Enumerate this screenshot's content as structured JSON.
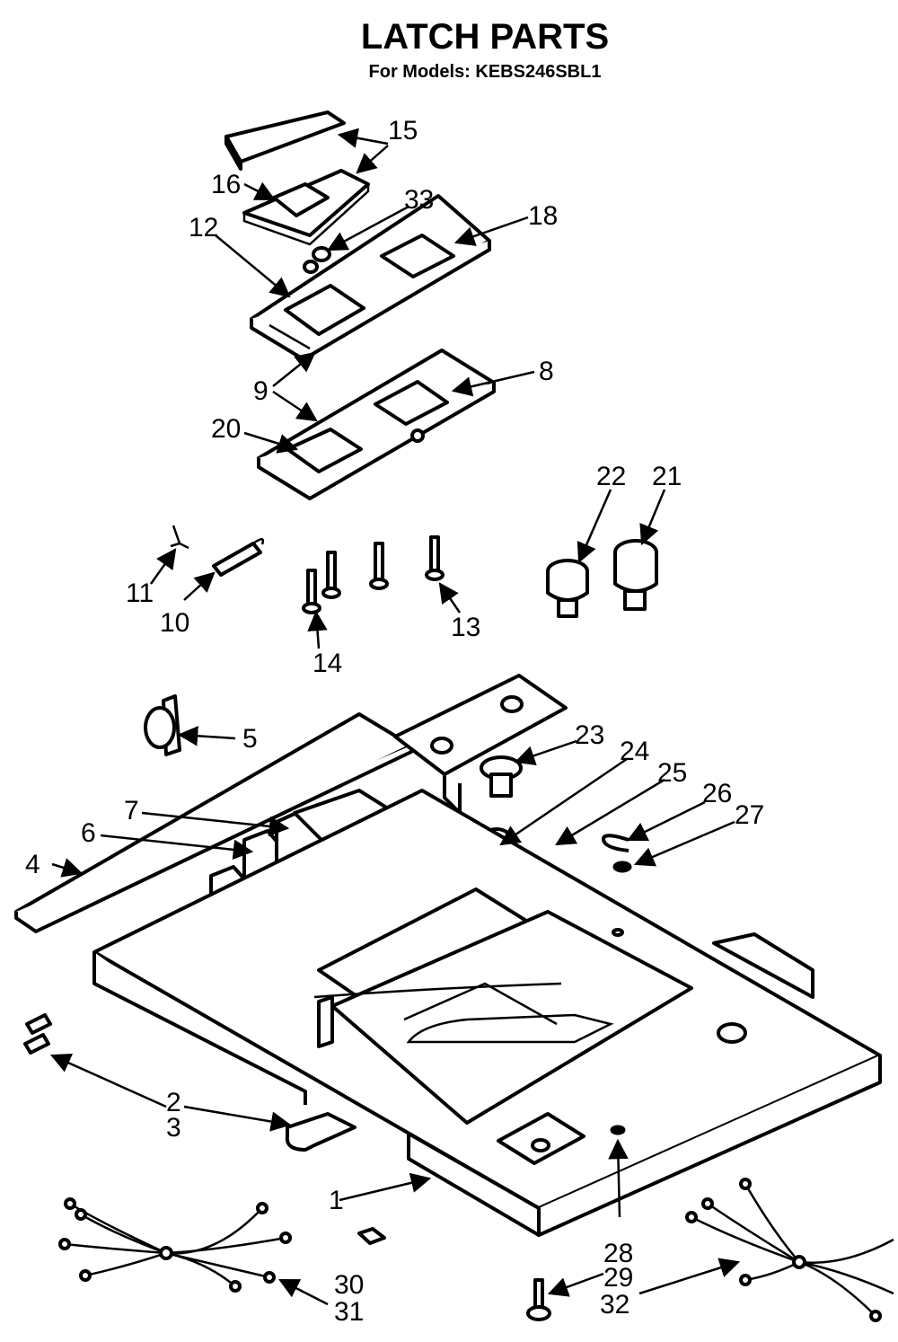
{
  "header": {
    "title": "LATCH PARTS",
    "subtitle": "For Models: KEBS246SBL1"
  },
  "callouts": [
    "15",
    "16",
    "33",
    "12",
    "18",
    "9",
    "8",
    "20",
    "22",
    "21",
    "11",
    "10",
    "14",
    "13",
    "5",
    "23",
    "24",
    "25",
    "26",
    "27",
    "7",
    "6",
    "4",
    "2",
    "3",
    "1",
    "28",
    "29",
    "32",
    "30",
    "31"
  ]
}
